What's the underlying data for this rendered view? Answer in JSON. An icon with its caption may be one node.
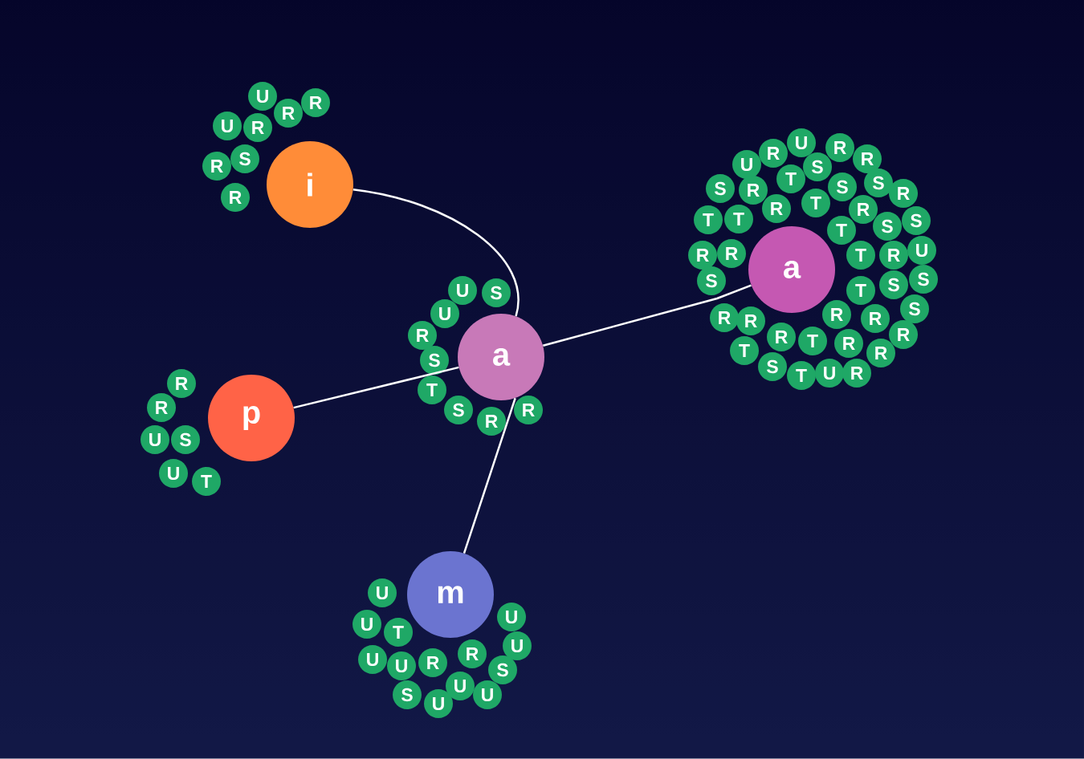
{
  "diagram": {
    "nodes": [
      {
        "text": [
          "i"
        ]
      },
      {
        "text": [
          "a"
        ]
      },
      {
        "text": [
          "a"
        ]
      },
      {
        "text": [
          "p"
        ]
      },
      {
        "text": [
          "m"
        ]
      },
      {
        "text": [
          "U"
        ]
      },
      {
        "text": [
          "R"
        ]
      },
      {
        "text": [
          "R"
        ]
      },
      {
        "text": [
          "U"
        ]
      },
      {
        "text": [
          "R"
        ]
      },
      {
        "text": [
          "S"
        ]
      },
      {
        "text": [
          "R"
        ]
      },
      {
        "text": [
          "R"
        ]
      },
      {
        "text": [
          "U"
        ]
      },
      {
        "text": [
          "S"
        ]
      },
      {
        "text": [
          "U"
        ]
      },
      {
        "text": [
          "R"
        ]
      },
      {
        "text": [
          "S"
        ]
      },
      {
        "text": [
          "T"
        ]
      },
      {
        "text": [
          "S"
        ]
      },
      {
        "text": [
          "R"
        ]
      },
      {
        "text": [
          "R"
        ]
      },
      {
        "text": [
          "U"
        ]
      },
      {
        "text": [
          "R"
        ]
      },
      {
        "text": [
          "U"
        ]
      },
      {
        "text": [
          "R"
        ]
      },
      {
        "text": [
          "R"
        ]
      },
      {
        "text": [
          "S"
        ]
      },
      {
        "text": [
          "T"
        ]
      },
      {
        "text": [
          "S"
        ]
      },
      {
        "text": [
          "R"
        ]
      },
      {
        "text": [
          "S"
        ]
      },
      {
        "text": [
          "S"
        ]
      },
      {
        "text": [
          "R"
        ]
      },
      {
        "text": [
          "R"
        ]
      },
      {
        "text": [
          "T"
        ]
      },
      {
        "text": [
          "R"
        ]
      },
      {
        "text": [
          "T"
        ]
      },
      {
        "text": [
          "T"
        ]
      },
      {
        "text": [
          "S"
        ]
      },
      {
        "text": [
          "S"
        ]
      },
      {
        "text": [
          "T"
        ]
      },
      {
        "text": [
          "U"
        ]
      },
      {
        "text": [
          "R"
        ]
      },
      {
        "text": [
          "R"
        ]
      },
      {
        "text": [
          "T"
        ]
      },
      {
        "text": [
          "R"
        ]
      },
      {
        "text": [
          "S"
        ]
      },
      {
        "text": [
          "S"
        ]
      },
      {
        "text": [
          "T"
        ]
      },
      {
        "text": [
          "S"
        ]
      },
      {
        "text": [
          "S"
        ]
      },
      {
        "text": [
          "R"
        ]
      },
      {
        "text": [
          "R"
        ]
      },
      {
        "text": [
          "R"
        ]
      },
      {
        "text": [
          "R"
        ]
      },
      {
        "text": [
          "R"
        ]
      },
      {
        "text": [
          "R"
        ]
      },
      {
        "text": [
          "T"
        ]
      },
      {
        "text": [
          "R"
        ]
      },
      {
        "text": [
          "T"
        ]
      },
      {
        "text": [
          "R"
        ]
      },
      {
        "text": [
          "S"
        ]
      },
      {
        "text": [
          "T"
        ]
      },
      {
        "text": [
          "U"
        ]
      },
      {
        "text": [
          "R"
        ]
      },
      {
        "text": [
          "R"
        ]
      },
      {
        "text": [
          "R"
        ]
      },
      {
        "text": [
          "U"
        ]
      },
      {
        "text": [
          "S"
        ]
      },
      {
        "text": [
          "U"
        ]
      },
      {
        "text": [
          "T"
        ]
      },
      {
        "text": [
          "U"
        ]
      },
      {
        "text": [
          "U"
        ]
      },
      {
        "text": [
          "U"
        ]
      },
      {
        "text": [
          "T"
        ]
      },
      {
        "text": [
          "U"
        ]
      },
      {
        "text": [
          "U"
        ]
      },
      {
        "text": [
          "U"
        ]
      },
      {
        "text": [
          "R"
        ]
      },
      {
        "text": [
          "R"
        ]
      },
      {
        "text": [
          "S"
        ]
      },
      {
        "text": [
          "S"
        ]
      },
      {
        "text": [
          "U"
        ]
      },
      {
        "text": [
          "U"
        ]
      },
      {
        "text": [
          "U"
        ]
      }
    ],
    "edges": [
      {
        "from": 1,
        "to": 0,
        "arrow": "none"
      },
      {
        "from": 1,
        "to": 2,
        "arrow": "none"
      },
      {
        "from": 1,
        "to": 3,
        "arrow": "none"
      },
      {
        "from": 1,
        "to": 4,
        "arrow": "none"
      }
    ]
  }
}
